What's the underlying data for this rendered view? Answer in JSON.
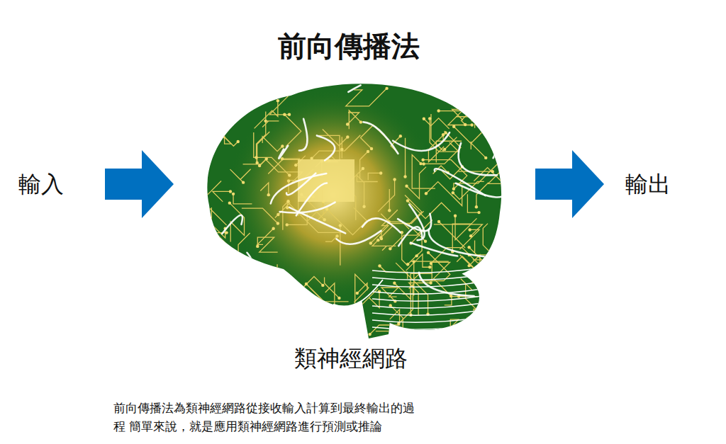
{
  "diagram": {
    "title": "前向傳播法",
    "caption": "前向傳播法為類神經網路從接收輸入計算到最終輸出的過程 簡單來說，就是應用類神經網路進行預測或推論",
    "nodes": [
      {
        "text": [
          "類神經網路"
        ]
      }
    ],
    "labels": [
      "輸入",
      "輸出"
    ]
  }
}
